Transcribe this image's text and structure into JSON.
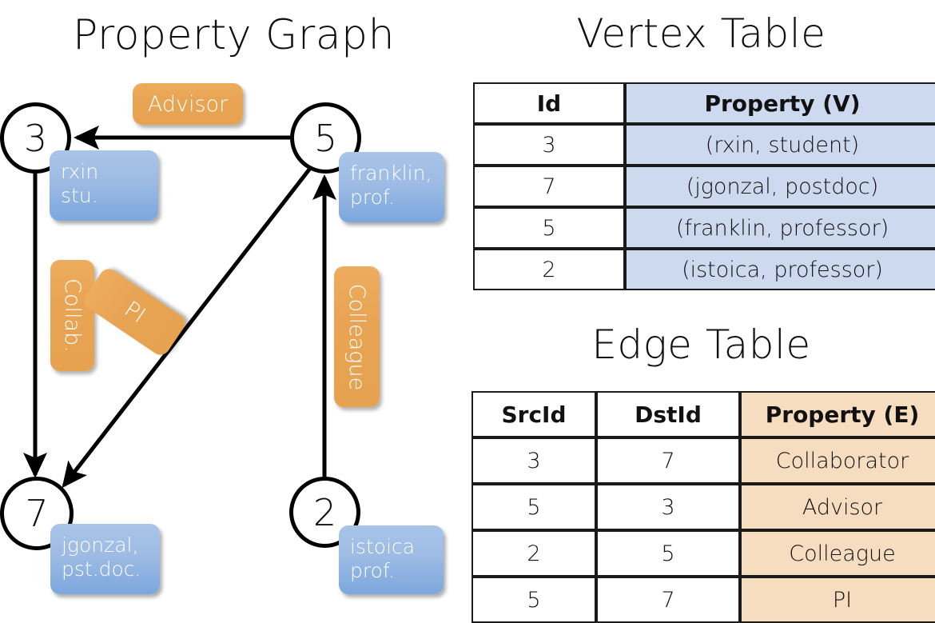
{
  "titles": {
    "graph": "Property Graph",
    "vertex_table": "Vertex Table",
    "edge_table": "Edge Table"
  },
  "graph": {
    "nodes": [
      {
        "id": "3",
        "property_lines": [
          "rxin",
          "stu."
        ]
      },
      {
        "id": "5",
        "property_lines": [
          "franklin,",
          "prof."
        ]
      },
      {
        "id": "7",
        "property_lines": [
          "jgonzal,",
          "pst.doc."
        ]
      },
      {
        "id": "2",
        "property_lines": [
          "istoica",
          "prof."
        ]
      }
    ],
    "edge_labels": [
      {
        "text": "Advisor",
        "from": "5",
        "to": "3"
      },
      {
        "text": "Collab.",
        "from": "3",
        "to": "7"
      },
      {
        "text": "PI",
        "from": "5",
        "to": "7"
      },
      {
        "text": "Colleague",
        "from": "2",
        "to": "5"
      }
    ]
  },
  "vertex_table": {
    "headers": [
      "Id",
      "Property (V)"
    ],
    "rows": [
      {
        "id": "3",
        "property": "(rxin, student)"
      },
      {
        "id": "7",
        "property": "(jgonzal, postdoc)"
      },
      {
        "id": "5",
        "property": "(franklin, professor)"
      },
      {
        "id": "2",
        "property": "(istoica, professor)"
      }
    ]
  },
  "edge_table": {
    "headers": [
      "SrcId",
      "DstId",
      "Property (E)"
    ],
    "rows": [
      {
        "src": "3",
        "dst": "7",
        "property": "Collaborator"
      },
      {
        "src": "5",
        "dst": "3",
        "property": "Advisor"
      },
      {
        "src": "2",
        "dst": "5",
        "property": "Colleague"
      },
      {
        "src": "5",
        "dst": "7",
        "property": "PI"
      }
    ]
  },
  "colors": {
    "vertex_property_fill": "#ccd9ef",
    "edge_property_fill": "#f7ddc0",
    "vertex_box": "#9dbbe4",
    "edge_box": "#e8a454",
    "stroke": "#000000"
  }
}
